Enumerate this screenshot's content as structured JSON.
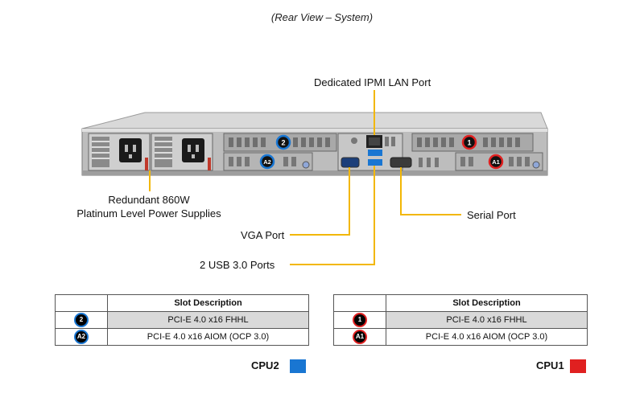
{
  "caption": "(Rear View – System)",
  "callouts": {
    "ipmi": "Dedicated IPMI  LAN Port",
    "psu_line1": "Redundant  860W",
    "psu_line2": "Platinum Level Power Supplies",
    "serial": "Serial Port",
    "vga": "VGA Port",
    "usb": "2 USB 3.0 Ports"
  },
  "slot_badges": {
    "slot2": "2",
    "slotA2": "A2",
    "slot1": "1",
    "slotA1": "A1"
  },
  "tables": {
    "cpu2": {
      "header": "Slot Description",
      "rows": [
        {
          "badge": "2",
          "desc": "PCI-E 4.0 x16 FHHL"
        },
        {
          "badge": "A2",
          "desc": "PCI-E 4.0 x16 AIOM (OCP 3.0)"
        }
      ]
    },
    "cpu1": {
      "header": "Slot Description",
      "rows": [
        {
          "badge": "1",
          "desc": "PCI-E 4.0 x16 FHHL"
        },
        {
          "badge": "A1",
          "desc": "PCI-E 4.0 x16 AIOM (OCP 3.0)"
        }
      ]
    }
  },
  "legend": {
    "cpu2": {
      "label": "CPU2",
      "color": "#1976d2"
    },
    "cpu1": {
      "label": "CPU1",
      "color": "#e02020"
    }
  },
  "colors": {
    "callout_line": "#f2b705",
    "cpu2_accent": "#1976d2",
    "cpu1_accent": "#e02020"
  }
}
